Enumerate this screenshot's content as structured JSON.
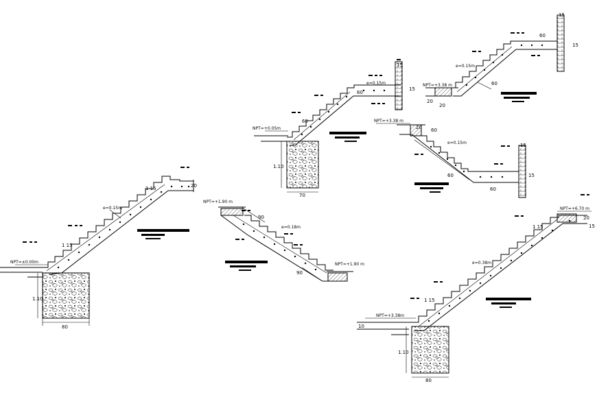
{
  "drawing": {
    "details": [
      {
        "npt": "NPT=±0.00m",
        "slab": "e=0.15m",
        "dims": {
          "riser": "15",
          "run": "20",
          "step_mark": "1 15",
          "depth": "1.10",
          "base": "80"
        }
      },
      {
        "npt": "NPT=+1.90  m",
        "slab": "e=0.18m",
        "npt_end": "NPT=+1.90  m",
        "dims": {
          "top": "90",
          "bottom": "90"
        }
      },
      {
        "npt": "NPT=+0.05m",
        "slab": "e=0.15m",
        "dims": {
          "landing": "60",
          "land2": "60",
          "riser": "15",
          "depth": "1.10",
          "base": "70",
          "small": "15"
        }
      },
      {
        "npt": "NPT=+3.38 m",
        "slab": "e=0.15m",
        "dims": {
          "landing": "60",
          "land2": "60",
          "riser": "15",
          "step": "20",
          "small": "15"
        }
      },
      {
        "npt": "NPT=+3.38 m",
        "slab": "e=0.15m",
        "dims": {
          "land": "60",
          "land2": "60",
          "riser": "15",
          "run": "20",
          "small": "15"
        }
      },
      {
        "npt": "NPT=+3.38m",
        "slab": "e=0.38m",
        "npt_top": "NPT=+6.70  m",
        "dims": {
          "step_mark": "1 15",
          "riser": "15",
          "run": "20",
          "depth": "1.10",
          "base": "80",
          "left": "10"
        }
      }
    ]
  }
}
